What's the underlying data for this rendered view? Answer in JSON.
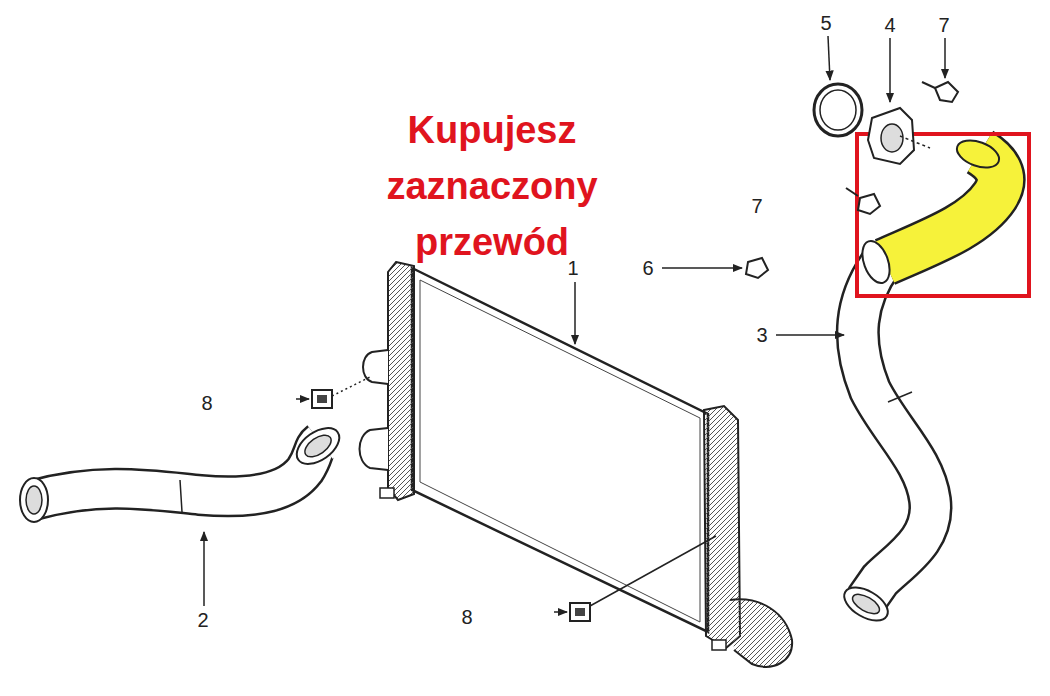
{
  "diagram": {
    "labels": [
      "5",
      "4",
      "7",
      "Kupujesz zaznaczony przewód",
      "7",
      "1",
      "6",
      "3",
      "8",
      "2",
      "8"
    ]
  }
}
